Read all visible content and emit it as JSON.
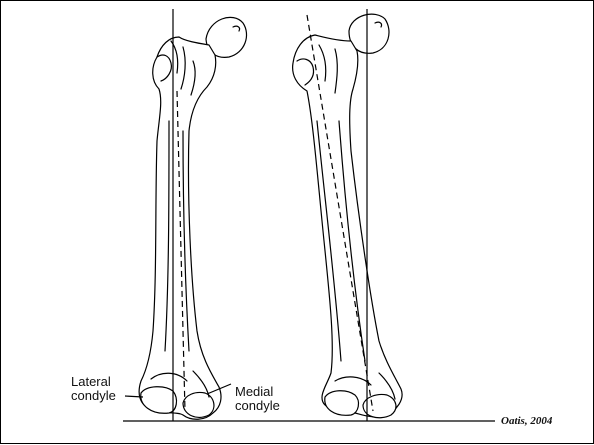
{
  "labels": {
    "lateral_line1": "Lateral",
    "lateral_line2": "condyle",
    "medial_line1": "Medial",
    "medial_line2": "condyle"
  },
  "citation": "Oatis, 2004",
  "colors": {
    "ink": "#000000",
    "background": "#ffffff"
  },
  "figure_parts": [
    "left-femur",
    "right-femur",
    "vertical-reference-line",
    "ground-line",
    "dashed-shaft-axis"
  ]
}
